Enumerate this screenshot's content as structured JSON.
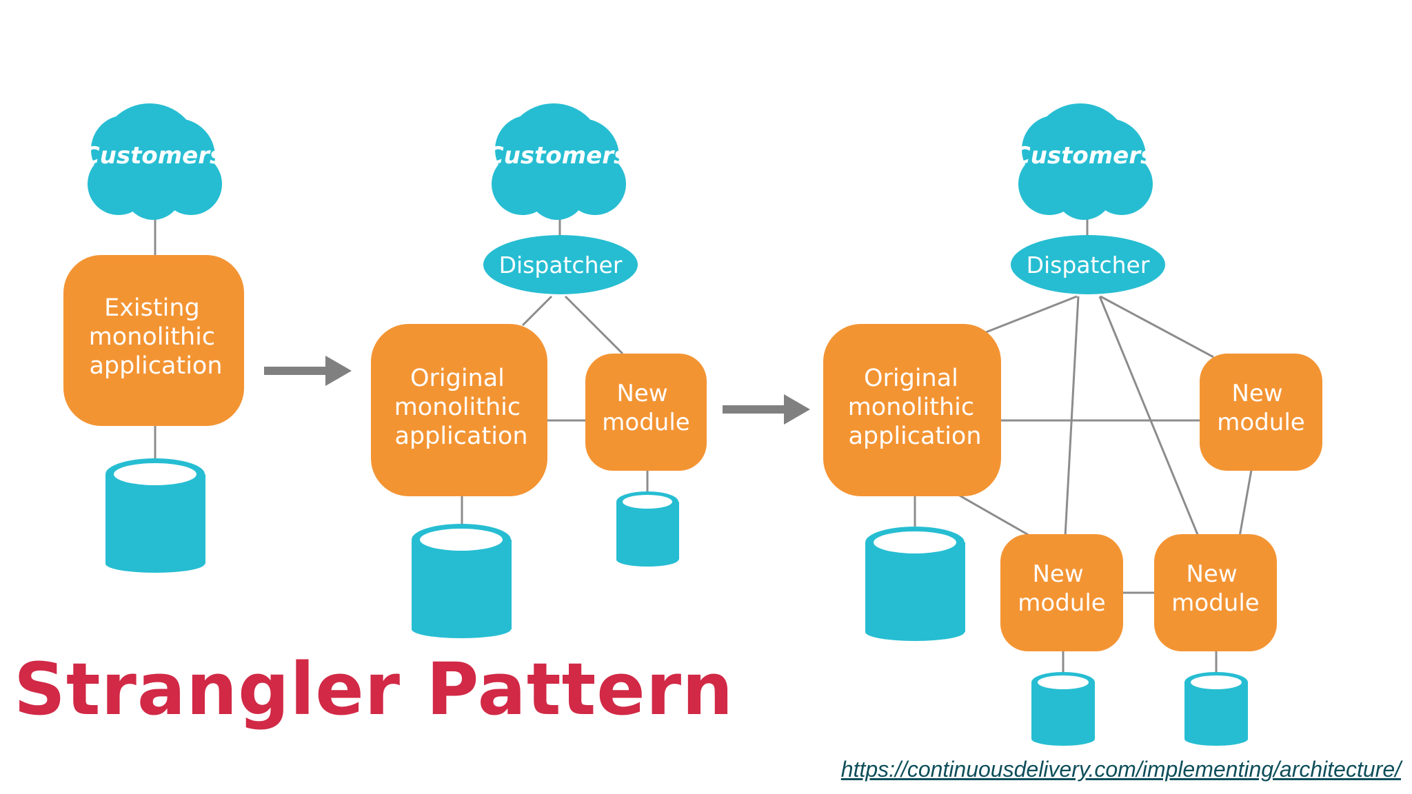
{
  "colors": {
    "orange": "#F39433",
    "cyan": "#26BDD2",
    "line": "#8C8C8C",
    "arrow": "#808080",
    "title": "#D12946",
    "link": "#0E4E5A"
  },
  "stages": [
    {
      "customers": "Customers",
      "app": [
        "Existing",
        "monolithic",
        "application"
      ]
    },
    {
      "customers": "Customers",
      "dispatcher": "Dispatcher",
      "app": [
        "Original",
        "monolithic",
        "application"
      ],
      "modules": [
        [
          "New",
          "module"
        ]
      ]
    },
    {
      "customers": "Customers",
      "dispatcher": "Dispatcher",
      "app": [
        "Original",
        "monolithic",
        "application"
      ],
      "modules": [
        [
          "New",
          "module"
        ],
        [
          "New",
          "module"
        ],
        [
          "New",
          "module"
        ]
      ]
    }
  ],
  "title": "Strangler Pattern",
  "source_url": "https://continuousdelivery.com/implementing/architecture/"
}
